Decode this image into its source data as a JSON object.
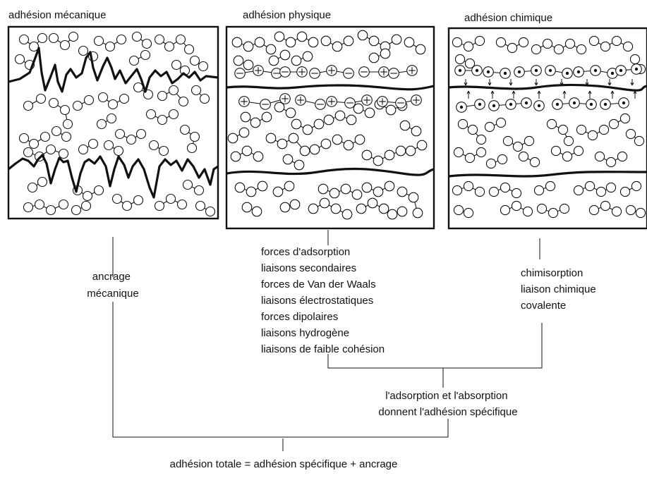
{
  "panels": {
    "mechanical": {
      "title": "adhésion mécanique"
    },
    "physical": {
      "title": "adhésion physique"
    },
    "chemical": {
      "title": "adhésion chimique"
    }
  },
  "labels": {
    "ancrage": [
      "ancrage",
      "mécanique"
    ],
    "physique": [
      "forces d'adsorption",
      "liaisons secondaires",
      "forces de Van der Waals",
      "liaisons électrostatiques",
      "forces dipolaires",
      "liaisons hydrogène",
      "liaisons de faible cohésion"
    ],
    "chimique": [
      "chimisorption",
      "liaison chimique",
      "covalente"
    ],
    "specifique": [
      "l'adsorption et l'absorption",
      "donnent l'adhésion spécifique"
    ],
    "totale": "adhésion totale = adhésion spécifique + ancrage"
  }
}
